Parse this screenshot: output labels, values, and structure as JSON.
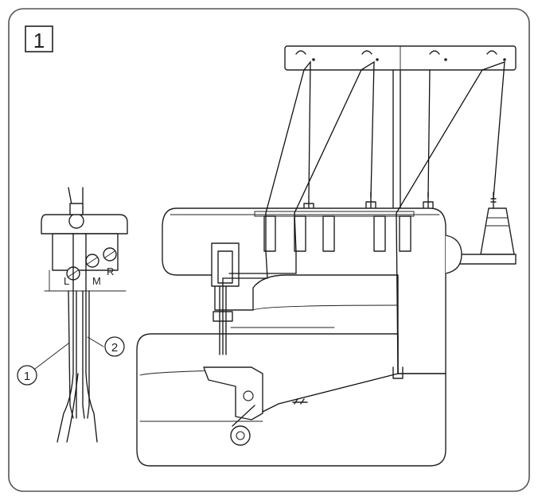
{
  "figure_number": "1",
  "callouts": [
    {
      "number": "1"
    },
    {
      "number": "2"
    }
  ],
  "needle_labels": {
    "left": "L",
    "middle": "M",
    "right": "R"
  }
}
